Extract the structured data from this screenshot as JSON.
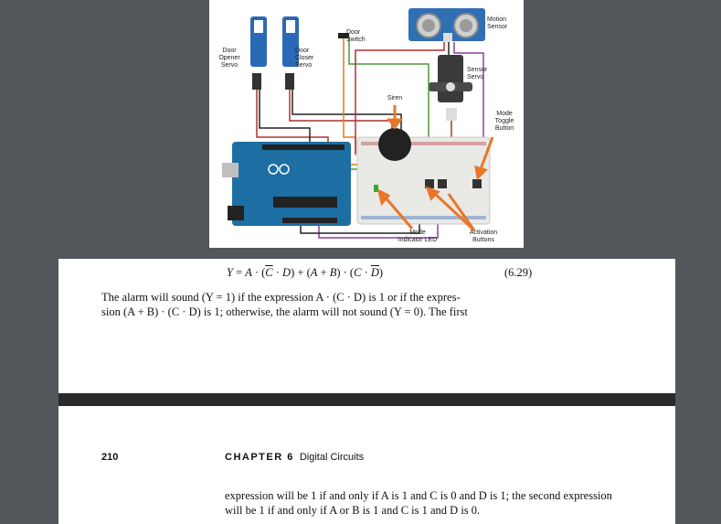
{
  "figure": {
    "labels": {
      "door_opener": "Door\nOpener\nServo",
      "door_closer": "Door\nCloser\nServo",
      "door_switch": "Door\nSwitch",
      "motion_sensor": "Motion\nSensor",
      "sensor_servo": "Sensor\nServo",
      "siren": "Siren",
      "mode_toggle": "Mode\nToggle\nButton",
      "mode_led": "Mode\nIndicator LED",
      "activation": "Activation\nButtons"
    },
    "colors": {
      "board": "#1d6fa3",
      "breadboard": "#e9e9e6",
      "wire_red": "#b03030",
      "wire_orange": "#e07b1f",
      "wire_green": "#4c9a3c",
      "wire_purple": "#8a3fa0",
      "wire_black": "#222222",
      "arrow": "#e8772a"
    }
  },
  "page1": {
    "equation": {
      "lhs": "Y",
      "rhs_parts": [
        "A",
        "(",
        "C",
        "D",
        ")",
        "(",
        "A",
        "B",
        ")",
        "(",
        "C",
        "D",
        ")"
      ],
      "number": "(6.29)"
    },
    "line1": "The alarm will sound (Y = 1) if the expression A · (C · D) is 1 or if the expres-",
    "line2": "sion (A + B) · (C · D) is 1; otherwise, the alarm will not sound (Y = 0). The first"
  },
  "page2": {
    "page_number": "210",
    "chapter_label": "CHAPTER 6",
    "chapter_title": "Digital Circuits",
    "line1": "expression will be 1 if and only if A is 1 and C is 0 and D is 1; the second expression",
    "line2": "will be 1 if and only if A or B is 1 and C is 1 and D is 0."
  }
}
